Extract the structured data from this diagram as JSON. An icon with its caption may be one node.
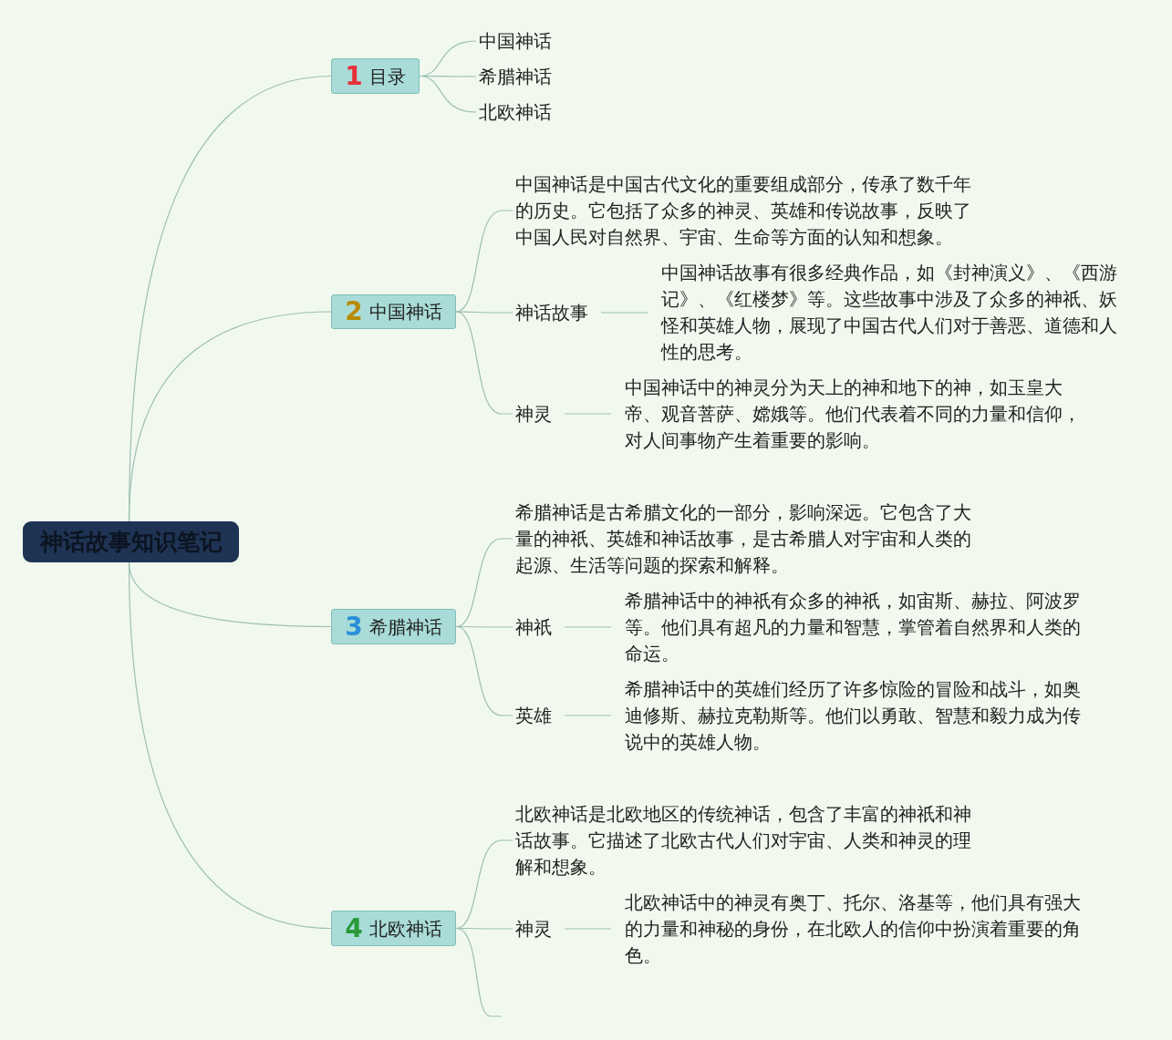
{
  "diagram": {
    "nodes": [
      {
        "text": [
          "神话故事知识笔记"
        ]
      },
      {
        "text": [
          "1",
          "目录"
        ]
      },
      {
        "text": [
          "中国神话"
        ]
      },
      {
        "text": [
          "希腊神话"
        ]
      },
      {
        "text": [
          "北欧神话"
        ]
      },
      {
        "text": [
          "2",
          "中国神话"
        ]
      },
      {
        "text": [
          "中国神话是中国古代文化的重要组成部分，传承了数千年的历史。它包括了众多的神灵、英雄和传说故事，反映了中国人民对自然界、宇宙、生命等方面的认知和想象。"
        ]
      },
      {
        "text": [
          "神话故事"
        ]
      },
      {
        "text": [
          "中国神话故事有很多经典作品，如《封神演义》、《西游记》、《红楼梦》等。这些故事中涉及了众多的神祇、妖怪和英雄人物，展现了中国古代人们对于善恶、道德和人性的思考。"
        ]
      },
      {
        "text": [
          "神灵"
        ]
      },
      {
        "text": [
          "中国神话中的神灵分为天上的神和地下的神，如玉皇大帝、观音菩萨、嫦娥等。他们代表着不同的力量和信仰，对人间事物产生着重要的影响。"
        ]
      },
      {
        "text": [
          "3",
          "希腊神话"
        ]
      },
      {
        "text": [
          "希腊神话是古希腊文化的一部分，影响深远。它包含了大量的神祇、英雄和神话故事，是古希腊人对宇宙和人类的起源、生活等问题的探索和解释。"
        ]
      },
      {
        "text": [
          "神祇"
        ]
      },
      {
        "text": [
          "希腊神话中的神祇有众多的神祇，如宙斯、赫拉、阿波罗等。他们具有超凡的力量和智慧，掌管着自然界和人类的命运。"
        ]
      },
      {
        "text": [
          "英雄"
        ]
      },
      {
        "text": [
          "希腊神话中的英雄们经历了许多惊险的冒险和战斗，如奥迪修斯、赫拉克勒斯等。他们以勇敢、智慧和毅力成为传说中的英雄人物。"
        ]
      },
      {
        "text": [
          "4",
          "北欧神话"
        ]
      },
      {
        "text": [
          "北欧神话是北欧地区的传统神话，包含了丰富的神祇和神话故事。它描述了北欧古代人们对宇宙、人类和神灵的理解和想象。"
        ]
      },
      {
        "text": [
          "神灵"
        ]
      },
      {
        "text": [
          "北欧神话中的神灵有奥丁、托尔、洛基等，他们具有强大的力量和神秘的身份，在北欧人的信仰中扮演着重要的角色。"
        ]
      }
    ],
    "edges": [
      {
        "from": 0,
        "to": 1,
        "arrow": "none"
      },
      {
        "from": 0,
        "to": 5,
        "arrow": "none"
      },
      {
        "from": 0,
        "to": 11,
        "arrow": "none"
      },
      {
        "from": 0,
        "to": 17,
        "arrow": "none"
      },
      {
        "from": 1,
        "to": 2,
        "arrow": "none"
      },
      {
        "from": 1,
        "to": 3,
        "arrow": "none"
      },
      {
        "from": 1,
        "to": 4,
        "arrow": "none"
      },
      {
        "from": 5,
        "to": 6,
        "arrow": "none"
      },
      {
        "from": 5,
        "to": 7,
        "arrow": "none"
      },
      {
        "from": 7,
        "to": 8,
        "arrow": "none"
      },
      {
        "from": 5,
        "to": 9,
        "arrow": "none"
      },
      {
        "from": 9,
        "to": 10,
        "arrow": "none"
      },
      {
        "from": 11,
        "to": 12,
        "arrow": "none"
      },
      {
        "from": 11,
        "to": 13,
        "arrow": "none"
      },
      {
        "from": 13,
        "to": 14,
        "arrow": "none"
      },
      {
        "from": 11,
        "to": 15,
        "arrow": "none"
      },
      {
        "from": 15,
        "to": 16,
        "arrow": "none"
      },
      {
        "from": 17,
        "to": 18,
        "arrow": "none"
      },
      {
        "from": 17,
        "to": 19,
        "arrow": "none"
      },
      {
        "from": 19,
        "to": 20,
        "arrow": "none"
      },
      {
        "from": 17,
        "to": null,
        "arrow": "none"
      }
    ]
  }
}
